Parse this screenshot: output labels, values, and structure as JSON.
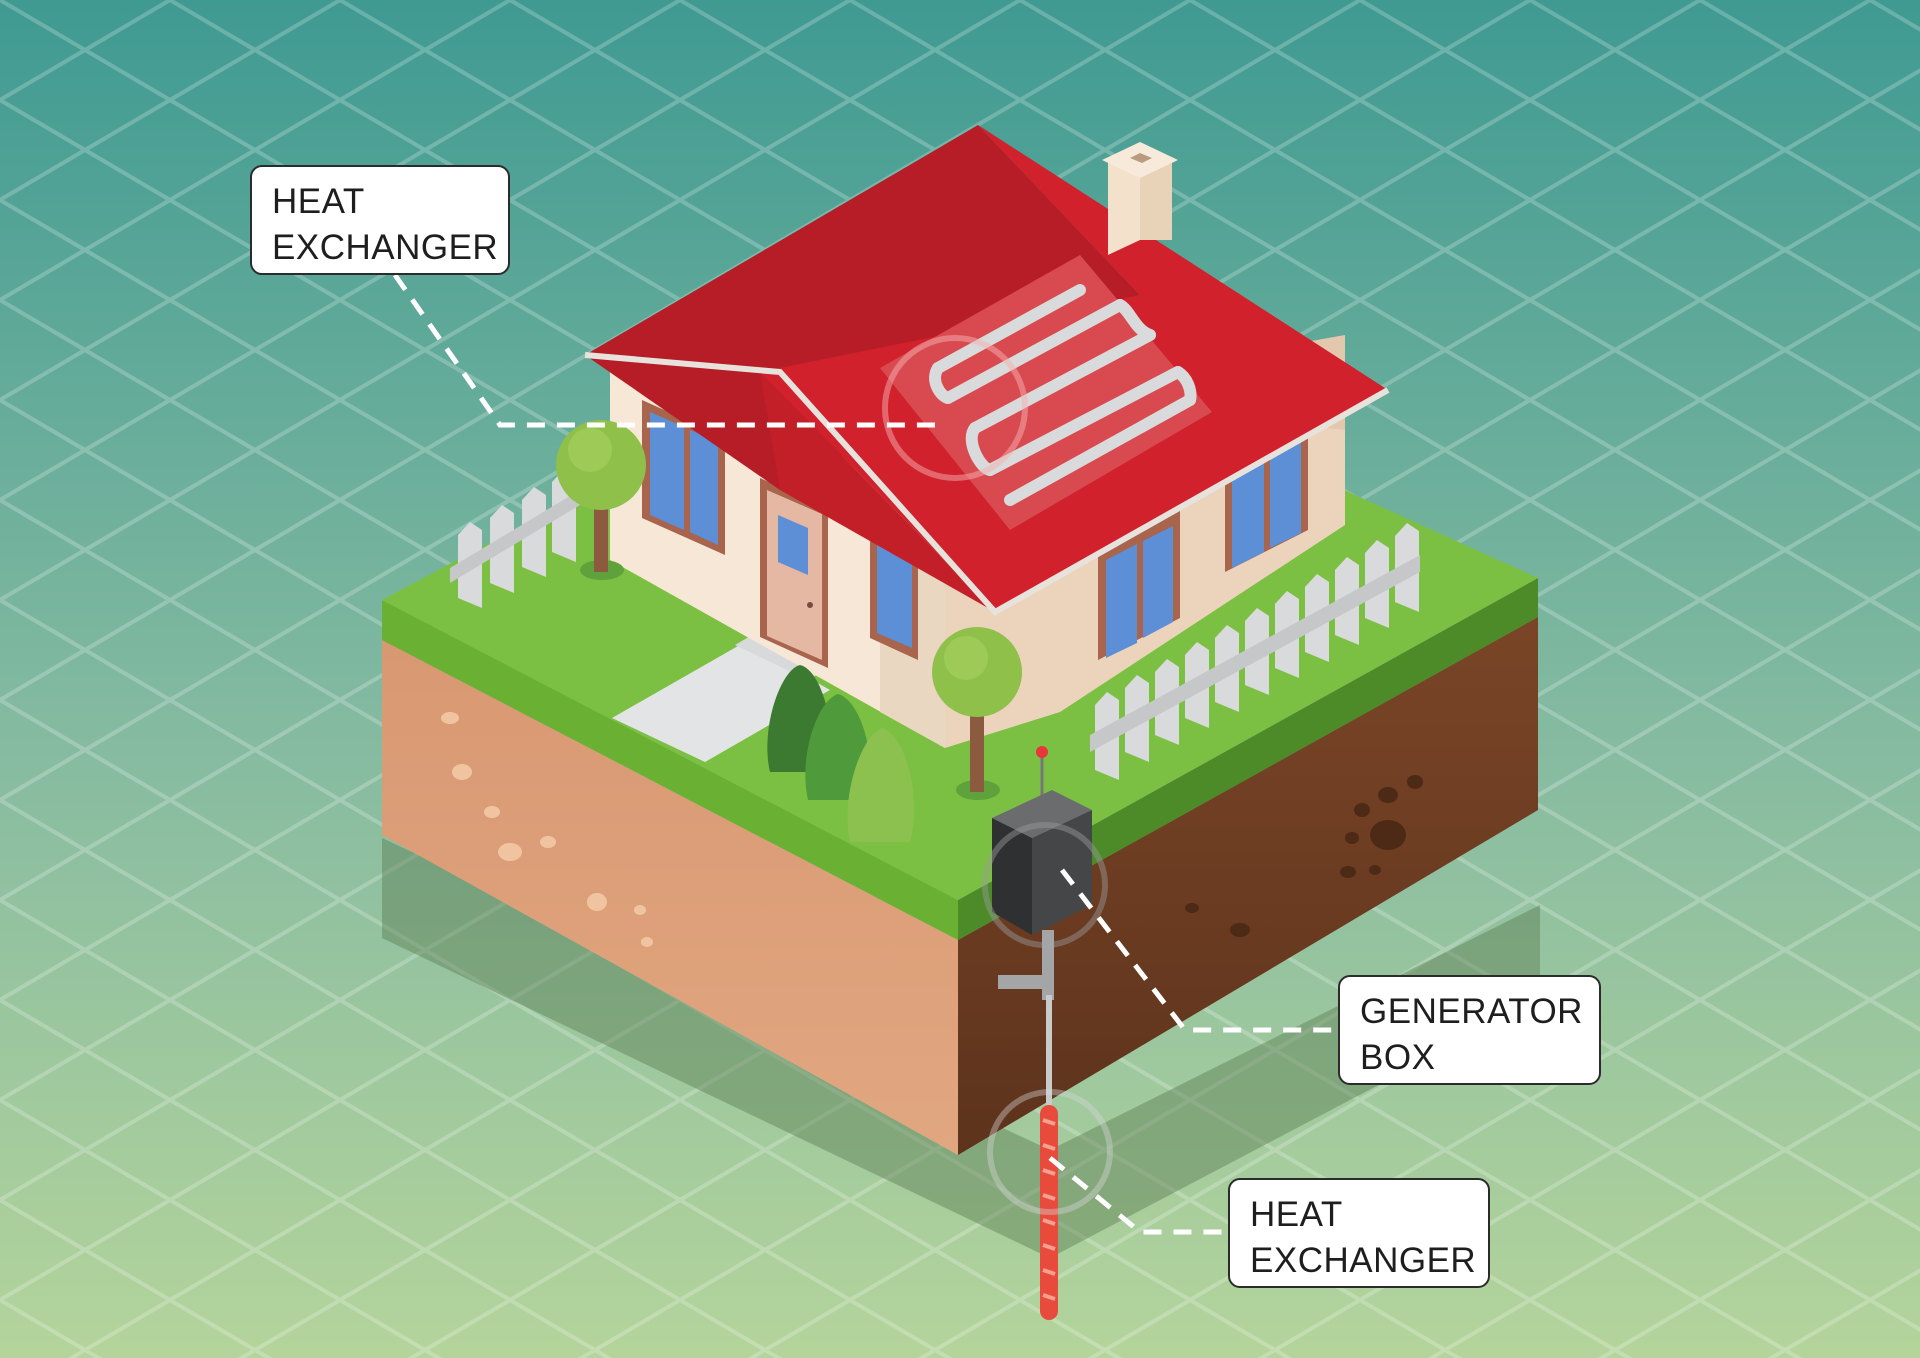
{
  "callouts": {
    "roof_heat_exchanger": {
      "line1": "HEAT",
      "line2": "EXCHANGER"
    },
    "generator_box": {
      "line1": "GENERATOR",
      "line2": "BOX"
    },
    "ground_heat_exchanger": {
      "line1": "HEAT",
      "line2": "EXCHANGER"
    }
  },
  "colors": {
    "background_top": "#3f9a92",
    "background_bottom": "#b4d49b",
    "roof": "#c8202b",
    "wall": "#f6e7d6",
    "grass": "#7cc043",
    "soil_light": "#dea07a",
    "soil_dark": "#7a4527",
    "generator_box": "#3e3f41",
    "ground_pipe": "#e84b3c"
  }
}
